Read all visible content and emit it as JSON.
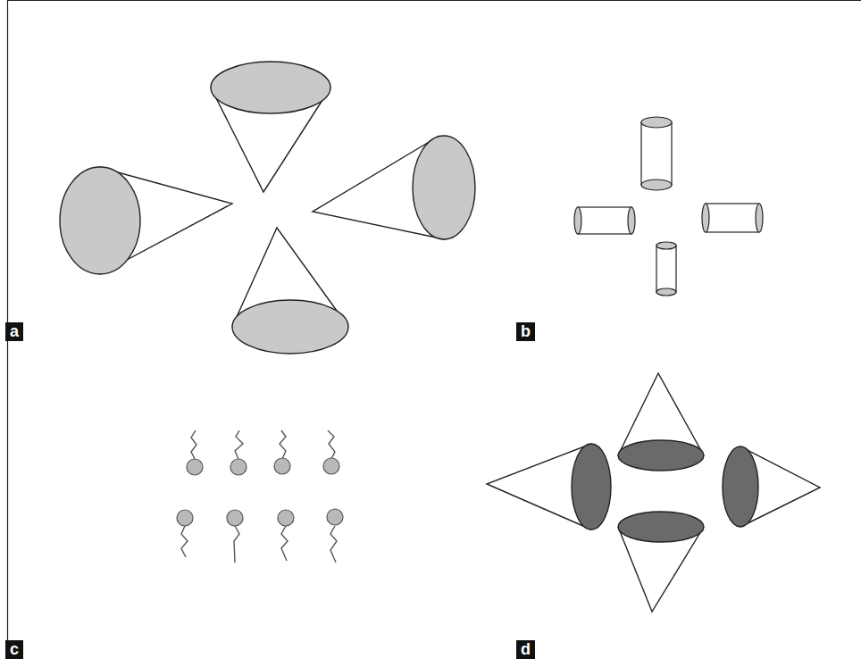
{
  "diagram": {
    "labels": [
      "a",
      "b",
      "c",
      "d"
    ]
  }
}
